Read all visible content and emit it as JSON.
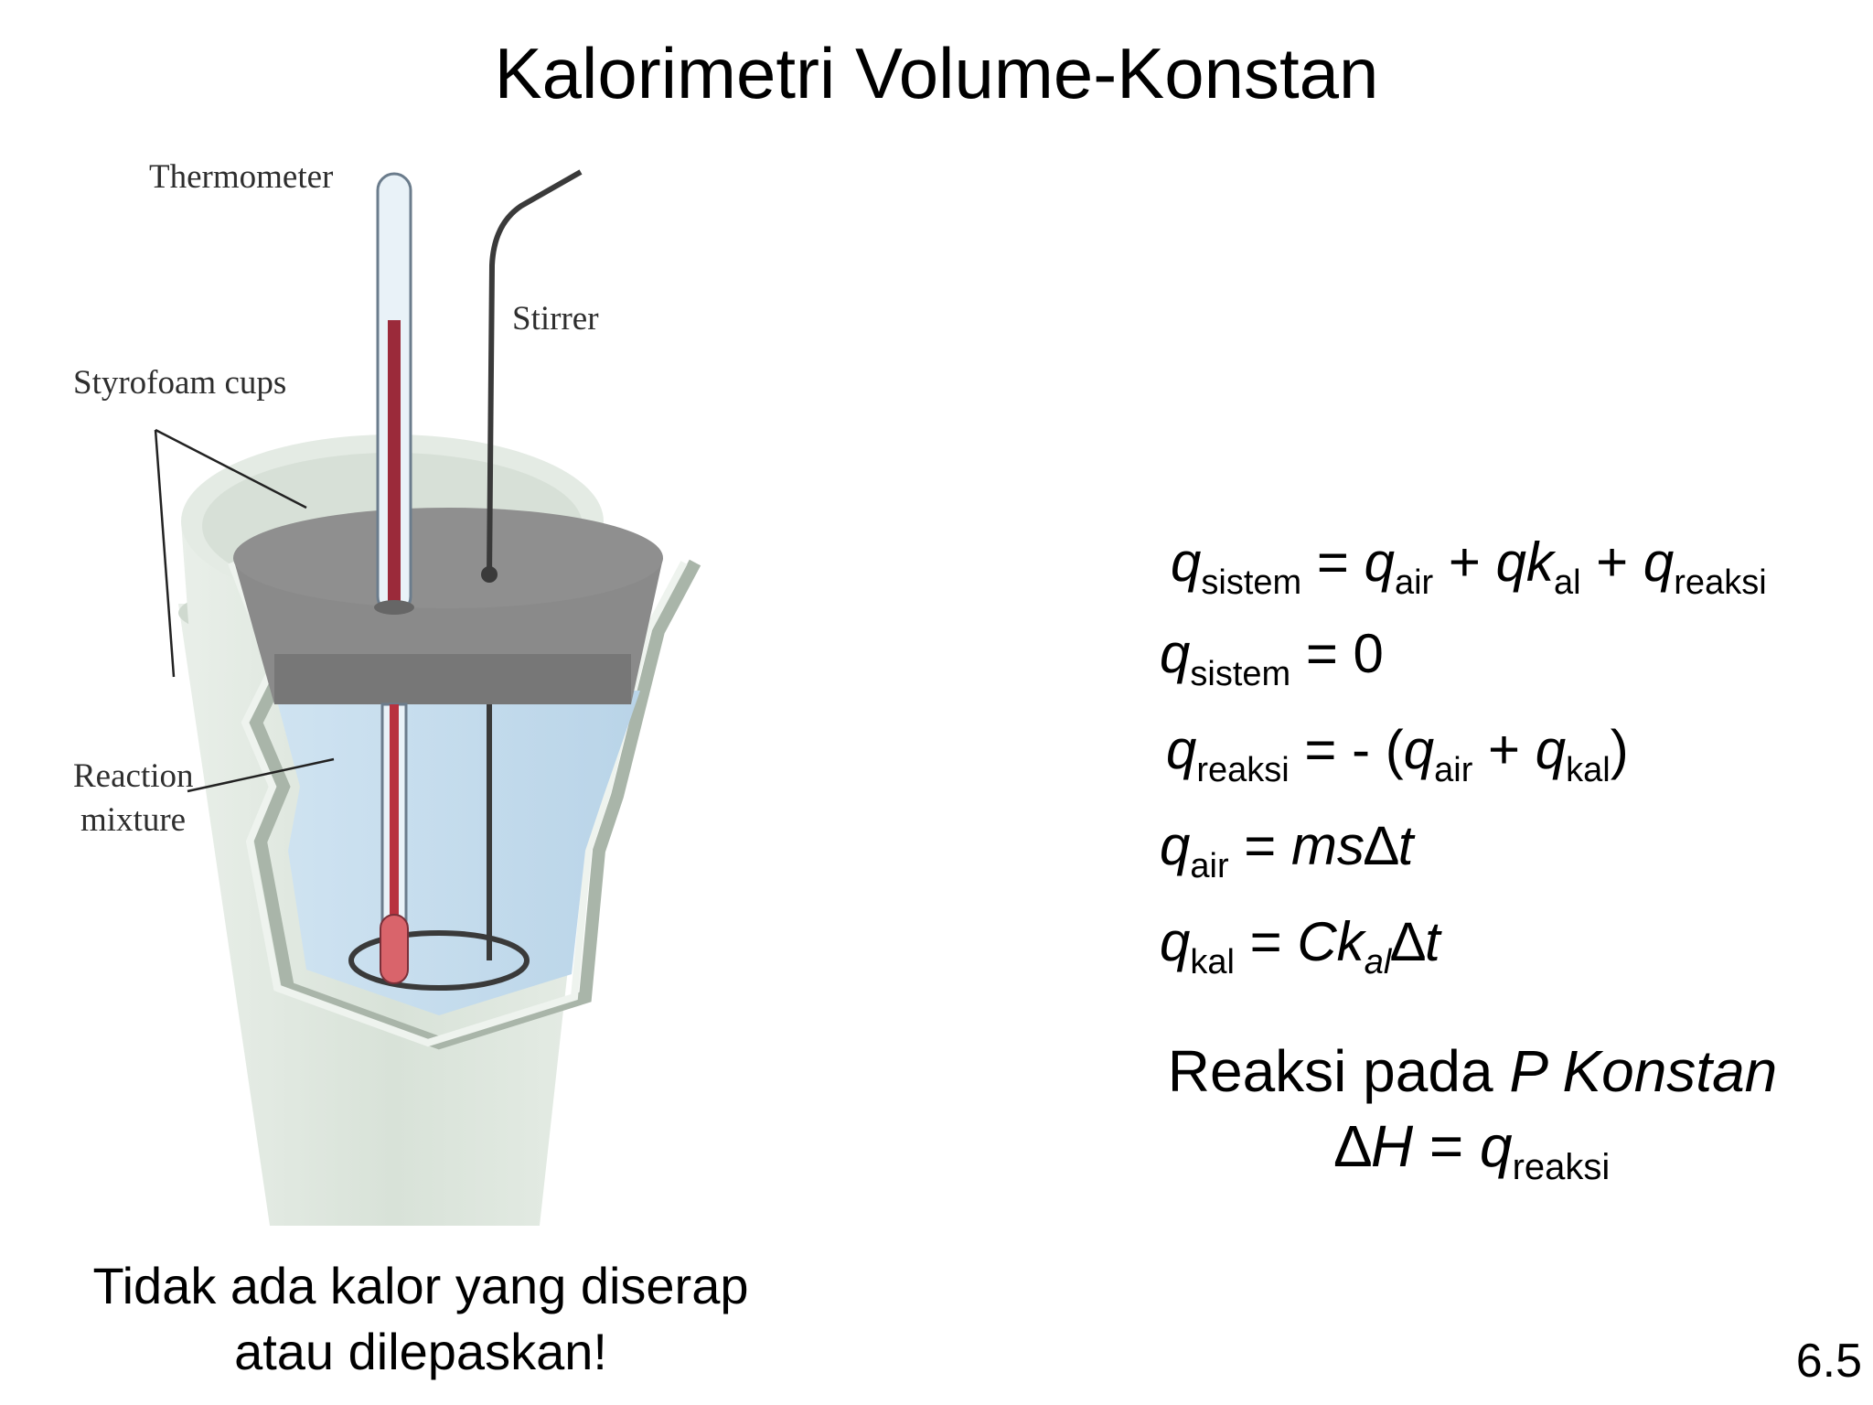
{
  "title": "Kalorimetri Volume-Konstan",
  "diagram": {
    "labels": {
      "thermometer": "Thermometer",
      "stirrer": "Stirrer",
      "styrofoam_cups": "Styrofoam cups",
      "reaction_line1": "Reaction",
      "reaction_line2": "mixture"
    },
    "colors": {
      "cup": "#dde6dd",
      "lid": "#8c8c8c",
      "liquid": "#c9e0ef",
      "mercury": "#b8323f"
    }
  },
  "equations": {
    "eq1": {
      "q1": "q",
      "s1": "sistem",
      "op1": " = ",
      "q2": "q",
      "s2": "air",
      "op2": " + ",
      "q3": "qk",
      "s3": "al",
      "op3": " + ",
      "q4": "q",
      "s4": "reaksi"
    },
    "eq2": {
      "q1": "q",
      "s1": "sistem",
      "rest": " = 0"
    },
    "eq3": {
      "q1": "q",
      "s1": "reaksi",
      "mid": " = - (",
      "q2": "q",
      "s2": "air",
      "plus": " + ",
      "q3": "q",
      "s3": "kal",
      "end": ")"
    },
    "eq4": {
      "q1": "q",
      "s1": "air",
      "eqs": " = ",
      "rhs": "ms",
      "delta": "∆",
      "t": "t"
    },
    "eq5": {
      "q1": "q",
      "s1": "kal",
      "eqs": " = ",
      "ck": "Ck",
      "al": "al",
      "delta": "∆",
      "t": "t"
    }
  },
  "reaction": {
    "line1_prefix": "Reaksi pada ",
    "line1_italic": "P Konstan",
    "delta": "∆",
    "h": "H",
    "eqs": " = ",
    "q": "q",
    "sub": "reaksi"
  },
  "caption": {
    "line1": "Tidak ada kalor yang diserap",
    "line2": "atau dilepaskan!"
  },
  "slide_number": "6.5"
}
